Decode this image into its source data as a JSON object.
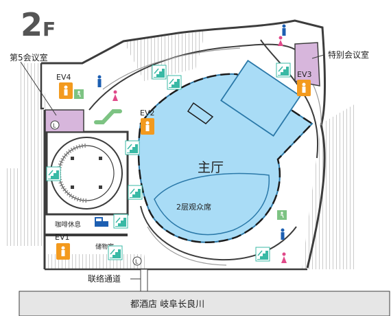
{
  "floor": {
    "number": "2",
    "suffix": "F"
  },
  "rooms": {
    "meeting_room_5": "第5会议室",
    "special_meeting_room": "特别会议室",
    "main_hall": "主厅",
    "balcony": "2层观众席",
    "cafe_lounge": "咖啡休息",
    "storage": "储物室"
  },
  "elevators": {
    "ev1": "EV1",
    "ev2": "EV2",
    "ev3": "EV3",
    "ev4": "EV4"
  },
  "locker_symbol": "L",
  "corridor": "联络通道",
  "hotel": "都酒店 岐阜长良川",
  "colors": {
    "hall_fill": "#a9dcf6",
    "hall_stroke": "#2a78a8",
    "room_purple": "#d7b6dc",
    "elevator_orange": "#f39a1e",
    "stairs_teal": "#39b9a5",
    "escalator_green": "#7dc383",
    "toilet_blue": "#1d5fb2",
    "toilet_pink": "#e04a8a",
    "wall_dark": "#3c3c3c",
    "wall_light": "#cfcfcf"
  },
  "icons": [
    "elevator-icon",
    "stairs-icon",
    "escalator-icon",
    "male-toilet-icon",
    "female-toilet-icon",
    "accessible-toilet-icon",
    "locker-icon",
    "atm-icon"
  ]
}
